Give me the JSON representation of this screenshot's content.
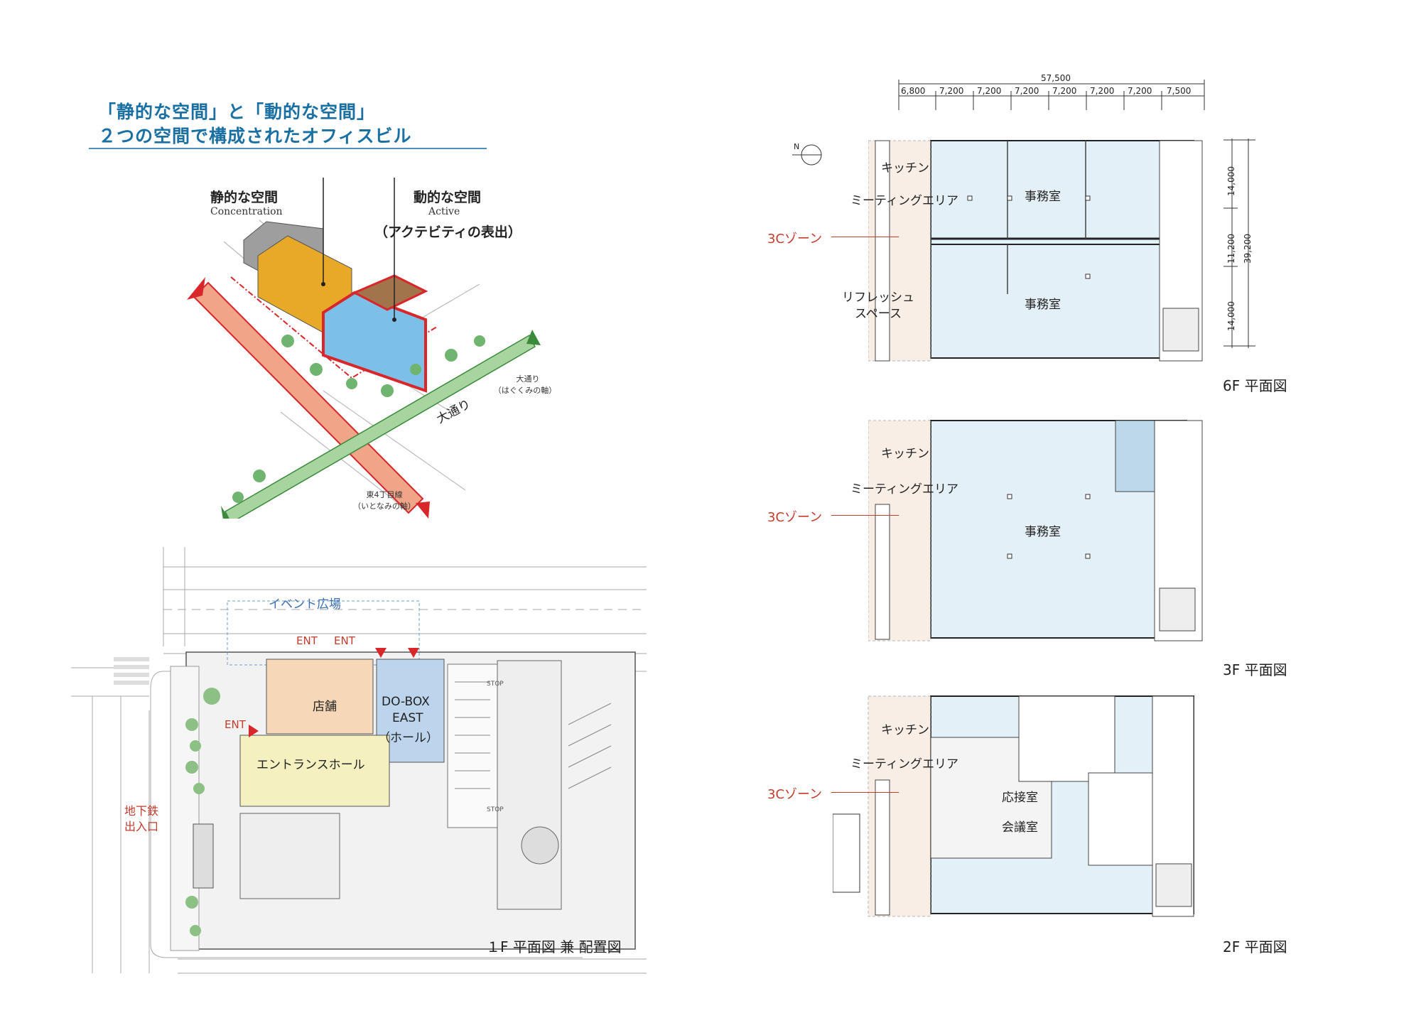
{
  "header": {
    "line1": "「静的な空間」と「動的な空間」",
    "line2": "２つの空間で構成されたオフィスビル"
  },
  "isometric": {
    "static_title": "静的な空間",
    "static_sub": "Concentration",
    "dynamic_title": "動的な空間",
    "dynamic_sub": "Active",
    "dynamic_note": "（アクテビティの表出）",
    "street_name": "大通り",
    "street_label_1": "大通り",
    "street_label_2": "（はぐくみの軸）",
    "avenue_label_1": "東4丁目線",
    "avenue_label_2": "（いとなみの軸）",
    "colors": {
      "static_block": "#e8a828",
      "dynamic_block": "#7cc0e8",
      "outline": "#d8262a",
      "axis_fill": "#f0a488",
      "green_axis": "#8cc084"
    }
  },
  "plan1f": {
    "caption": "１F 平面図 兼 配置図",
    "event_plaza": "イベント広場",
    "ent_1": "ENT",
    "ent_2": "ENT",
    "ent_3": "ENT",
    "shop": "店舗",
    "hall_line1": "DO-BOX",
    "hall_line2": "EAST",
    "hall_line3": "（ホール）",
    "entrance_hall": "エントランスホール",
    "subway_line1": "地下鉄",
    "subway_line2": "出入口",
    "stop_1": "STOP",
    "stop_2": "STOP",
    "colors": {
      "shop": "#f6d8b8",
      "hall": "#bcd4ec",
      "entrance": "#f4f0c0"
    }
  },
  "plan6f": {
    "caption": "6F 平面図",
    "total_dim": "57,500",
    "dims": [
      "6,800",
      "7,200",
      "7,200",
      "7,200",
      "7,200",
      "7,200",
      "7,200",
      "7,500"
    ],
    "right_dims": [
      "14,000",
      "11,200",
      "14,000"
    ],
    "right_total": "39,200",
    "north": "N",
    "kitchen": "キッチン",
    "meeting": "ミーティングエリア",
    "office_1": "事務室",
    "office_2": "事務室",
    "refresh_1": "リフレッシュ",
    "refresh_2": "スペース",
    "zone": "3Cゾーン"
  },
  "plan3f": {
    "caption": "3F 平面図",
    "kitchen": "キッチン",
    "meeting": "ミーティングエリア",
    "office": "事務室",
    "zone": "3Cゾーン"
  },
  "plan2f": {
    "caption": "2F 平面図",
    "kitchen": "キッチン",
    "meeting": "ミーティングエリア",
    "reception": "応接室",
    "conference": "会議室",
    "zone": "3Cゾーン"
  },
  "colors": {
    "accent_blue": "#1a6fa3",
    "zone_red": "#c43c2c",
    "office_blue": "#e4f0f8",
    "zone_beige": "#f4e4d4"
  }
}
